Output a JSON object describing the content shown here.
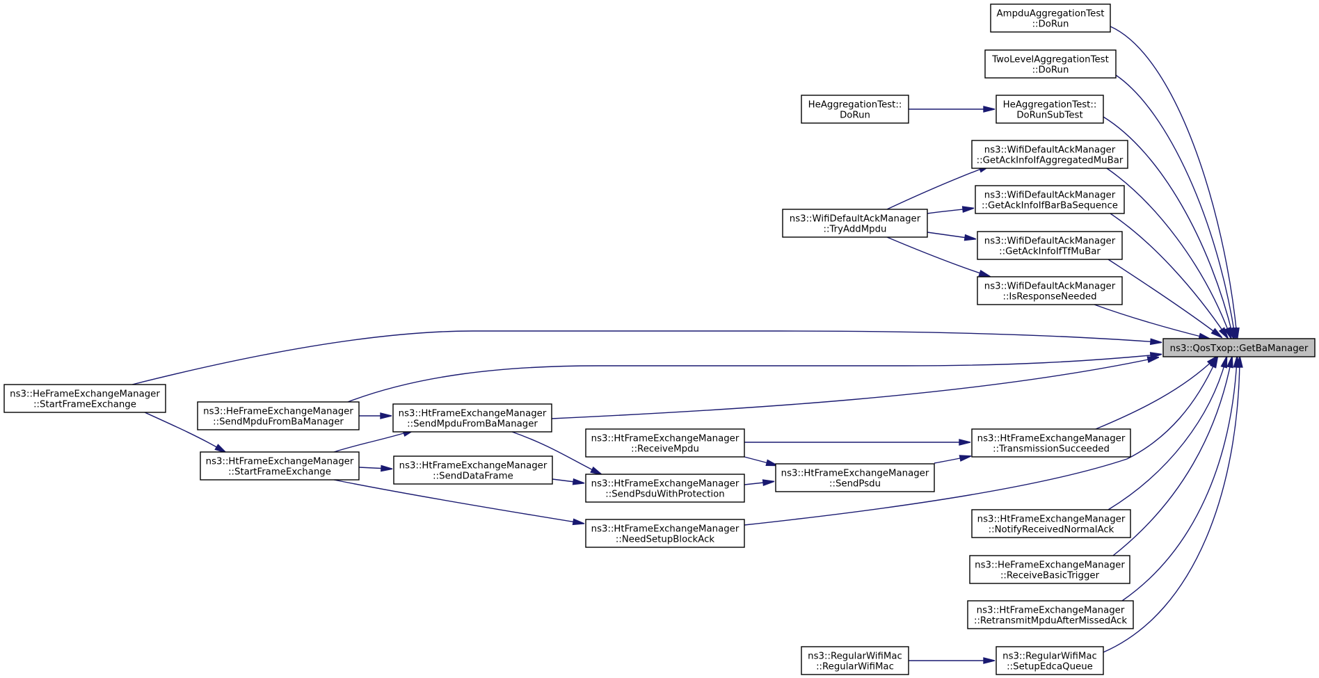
{
  "graph": {
    "target": "getba",
    "nodes": [
      {
        "id": "getba",
        "lines": [
          "ns3::QosTxop::GetBaManager"
        ],
        "target": true
      },
      {
        "id": "ampdu",
        "lines": [
          "AmpduAggregationTest",
          "::DoRun"
        ]
      },
      {
        "id": "twolevel",
        "lines": [
          "TwoLevelAggregationTest",
          "::DoRun"
        ]
      },
      {
        "id": "hedorun",
        "lines": [
          "HeAggregationTest::",
          "DoRun"
        ]
      },
      {
        "id": "hedorunsub",
        "lines": [
          "HeAggregationTest::",
          "DoRunSubTest"
        ]
      },
      {
        "id": "ackmubar",
        "lines": [
          "ns3::WifiDefaultAckManager",
          "::GetAckInfoIfAggregatedMuBar"
        ]
      },
      {
        "id": "trymp",
        "lines": [
          "ns3::WifiDefaultAckManager",
          "::TryAddMpdu"
        ]
      },
      {
        "id": "ackbarba",
        "lines": [
          "ns3::WifiDefaultAckManager",
          "::GetAckInfoIfBarBaSequence"
        ]
      },
      {
        "id": "acktf",
        "lines": [
          "ns3::WifiDefaultAckManager",
          "::GetAckInfoIfTfMuBar"
        ]
      },
      {
        "id": "isresp",
        "lines": [
          "ns3::WifiDefaultAckManager",
          "::IsResponseNeeded"
        ]
      },
      {
        "id": "hestart",
        "lines": [
          "ns3::HeFrameExchangeManager",
          "::StartFrameExchange"
        ]
      },
      {
        "id": "hesendba",
        "lines": [
          "ns3::HeFrameExchangeManager",
          "::SendMpduFromBaManager"
        ]
      },
      {
        "id": "htsendba",
        "lines": [
          "ns3::HtFrameExchangeManager",
          "::SendMpduFromBaManager"
        ]
      },
      {
        "id": "htstart",
        "lines": [
          "ns3::HtFrameExchangeManager",
          "::StartFrameExchange"
        ]
      },
      {
        "id": "recvmpdu",
        "lines": [
          "ns3::HtFrameExchangeManager",
          "::ReceiveMpdu"
        ]
      },
      {
        "id": "txsucc",
        "lines": [
          "ns3::HtFrameExchangeManager",
          "::TransmissionSucceeded"
        ]
      },
      {
        "id": "senddata",
        "lines": [
          "ns3::HtFrameExchangeManager",
          "::SendDataFrame"
        ]
      },
      {
        "id": "sendpsduprot",
        "lines": [
          "ns3::HtFrameExchangeManager",
          "::SendPsduWithProtection"
        ]
      },
      {
        "id": "sendpsdu",
        "lines": [
          "ns3::HtFrameExchangeManager",
          "::SendPsdu"
        ]
      },
      {
        "id": "needsetup",
        "lines": [
          "ns3::HtFrameExchangeManager",
          "::NeedSetupBlockAck"
        ]
      },
      {
        "id": "notifyack",
        "lines": [
          "ns3::HtFrameExchangeManager",
          "::NotifyReceivedNormalAck"
        ]
      },
      {
        "id": "recvtrig",
        "lines": [
          "ns3::HeFrameExchangeManager",
          "::ReceiveBasicTrigger"
        ]
      },
      {
        "id": "retransmit",
        "lines": [
          "ns3::HtFrameExchangeManager",
          "::RetransmitMpduAfterMissedAck"
        ]
      },
      {
        "id": "regmac",
        "lines": [
          "ns3::RegularWifiMac",
          "::RegularWifiMac"
        ]
      },
      {
        "id": "setupedca",
        "lines": [
          "ns3::RegularWifiMac",
          "::SetupEdcaQueue"
        ]
      }
    ],
    "edges": [
      {
        "from": "ampdu",
        "to": "getba"
      },
      {
        "from": "twolevel",
        "to": "getba"
      },
      {
        "from": "hedorun",
        "to": "hedorunsub"
      },
      {
        "from": "hedorunsub",
        "to": "getba"
      },
      {
        "from": "ackmubar",
        "to": "getba"
      },
      {
        "from": "trymp",
        "to": "ackmubar"
      },
      {
        "from": "trymp",
        "to": "ackbarba"
      },
      {
        "from": "trymp",
        "to": "acktf"
      },
      {
        "from": "trymp",
        "to": "isresp"
      },
      {
        "from": "ackbarba",
        "to": "getba"
      },
      {
        "from": "acktf",
        "to": "getba"
      },
      {
        "from": "isresp",
        "to": "getba"
      },
      {
        "from": "hestart",
        "to": "getba"
      },
      {
        "from": "hestart",
        "to": "htstart"
      },
      {
        "from": "hesendba",
        "to": "getba"
      },
      {
        "from": "hesendba",
        "to": "htsendba"
      },
      {
        "from": "htsendba",
        "to": "getba"
      },
      {
        "from": "htstart",
        "to": "htsendba"
      },
      {
        "from": "htstart",
        "to": "senddata"
      },
      {
        "from": "htstart",
        "to": "needsetup"
      },
      {
        "from": "htsendba",
        "to": "sendpsduprot"
      },
      {
        "from": "senddata",
        "to": "sendpsduprot"
      },
      {
        "from": "sendpsduprot",
        "to": "sendpsdu"
      },
      {
        "from": "recvmpdu",
        "to": "sendpsdu"
      },
      {
        "from": "recvmpdu",
        "to": "txsucc"
      },
      {
        "from": "sendpsdu",
        "to": "txsucc"
      },
      {
        "from": "txsucc",
        "to": "getba"
      },
      {
        "from": "needsetup",
        "to": "getba"
      },
      {
        "from": "notifyack",
        "to": "getba"
      },
      {
        "from": "recvtrig",
        "to": "getba"
      },
      {
        "from": "retransmit",
        "to": "getba"
      },
      {
        "from": "regmac",
        "to": "setupedca"
      },
      {
        "from": "setupedca",
        "to": "getba"
      }
    ]
  }
}
